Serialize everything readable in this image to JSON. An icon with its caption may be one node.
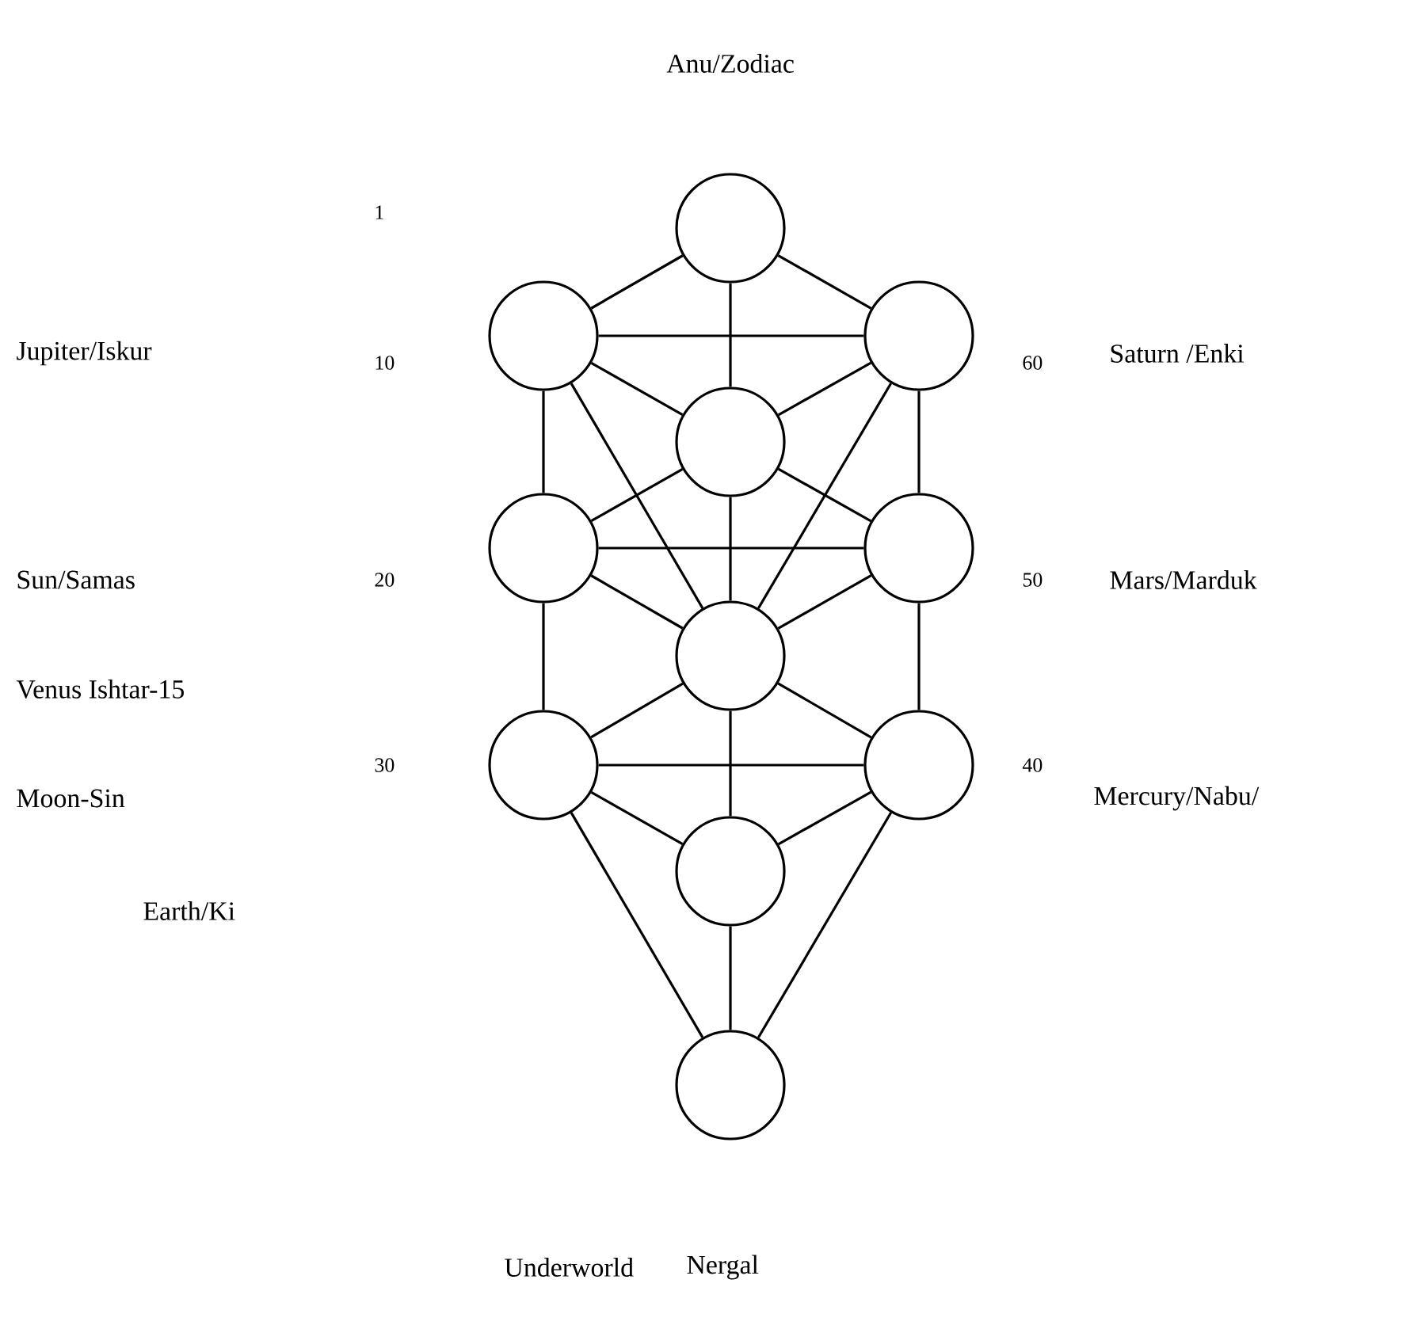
{
  "diagram": {
    "nodes": [
      {
        "text": [],
        "shape": "circle"
      },
      {
        "text": [],
        "shape": "circle"
      },
      {
        "text": [],
        "shape": "circle"
      },
      {
        "text": [],
        "shape": "circle"
      },
      {
        "text": [],
        "shape": "circle"
      },
      {
        "text": [],
        "shape": "circle"
      },
      {
        "text": [],
        "shape": "circle"
      },
      {
        "text": [],
        "shape": "circle"
      },
      {
        "text": [],
        "shape": "circle"
      },
      {
        "text": [],
        "shape": "circle"
      },
      {
        "text": [],
        "shape": "circle"
      }
    ],
    "edges": [
      {
        "from": 0,
        "to": 1,
        "arrow": "none"
      },
      {
        "from": 0,
        "to": 2,
        "arrow": "none"
      },
      {
        "from": 0,
        "to": 3,
        "arrow": "none"
      },
      {
        "from": 1,
        "to": 2,
        "arrow": "none"
      },
      {
        "from": 1,
        "to": 3,
        "arrow": "none"
      },
      {
        "from": 1,
        "to": 4,
        "arrow": "none"
      },
      {
        "from": 1,
        "to": 6,
        "arrow": "none"
      },
      {
        "from": 2,
        "to": 3,
        "arrow": "none"
      },
      {
        "from": 2,
        "to": 5,
        "arrow": "none"
      },
      {
        "from": 2,
        "to": 6,
        "arrow": "none"
      },
      {
        "from": 3,
        "to": 4,
        "arrow": "none"
      },
      {
        "from": 3,
        "to": 5,
        "arrow": "none"
      },
      {
        "from": 3,
        "to": 6,
        "arrow": "none"
      },
      {
        "from": 4,
        "to": 5,
        "arrow": "none"
      },
      {
        "from": 4,
        "to": 6,
        "arrow": "none"
      },
      {
        "from": 4,
        "to": 7,
        "arrow": "none"
      },
      {
        "from": 5,
        "to": 6,
        "arrow": "none"
      },
      {
        "from": 5,
        "to": 8,
        "arrow": "none"
      },
      {
        "from": 6,
        "to": 7,
        "arrow": "none"
      },
      {
        "from": 6,
        "to": 8,
        "arrow": "none"
      },
      {
        "from": 6,
        "to": 9,
        "arrow": "none"
      },
      {
        "from": 7,
        "to": 8,
        "arrow": "none"
      },
      {
        "from": 7,
        "to": 9,
        "arrow": "none"
      },
      {
        "from": 7,
        "to": 10,
        "arrow": "none"
      },
      {
        "from": 8,
        "to": 9,
        "arrow": "none"
      },
      {
        "from": 8,
        "to": 10,
        "arrow": "none"
      },
      {
        "from": 9,
        "to": 10,
        "arrow": "none"
      }
    ],
    "labels": [
      "Anu/Zodiac",
      "1",
      "Jupiter/Iskur",
      "10",
      "60",
      "Saturn /Enki",
      "Sun/Samas",
      "20",
      "50",
      "Mars/Marduk",
      "Venus Ishtar-15",
      "30",
      "40",
      "Moon-Sin",
      "Mercury/Nabu/",
      "Earth/Ki",
      "Underworld",
      "Nergal"
    ]
  }
}
